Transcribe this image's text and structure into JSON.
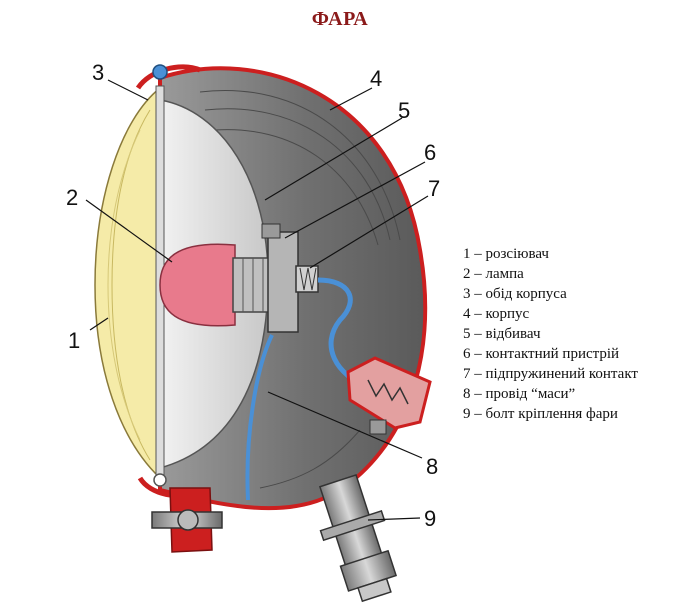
{
  "title": "ФАРА",
  "colors": {
    "title": "#8b1a1a",
    "housing_outline": "#cc1f1f",
    "lens": "#f5eba8",
    "lamp": "#e87a8c",
    "wire": "#4a90d6",
    "reflector": "#dcdcdc",
    "housing_inner": "#6f6f6f"
  },
  "callouts": [
    "1",
    "2",
    "3",
    "4",
    "5",
    "6",
    "7",
    "8",
    "9"
  ],
  "legend": [
    "1 – розсіювач",
    "2 – лампа",
    "3 – обід корпуса",
    "4 – корпус",
    "5 – відбивач",
    "6 – контактний пристрій",
    "7 – підпружинений контакт",
    "8 – провід “маси”",
    "9 – болт кріплення фари"
  ]
}
